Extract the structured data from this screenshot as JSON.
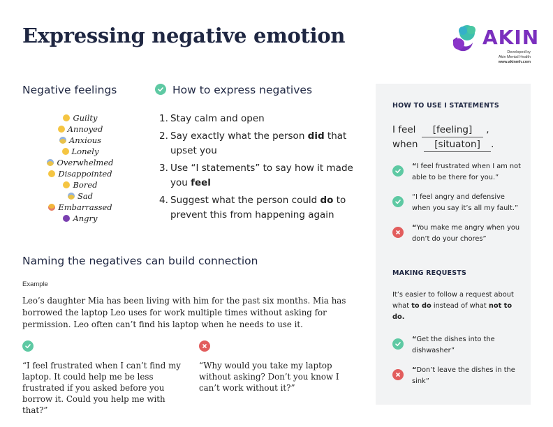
{
  "title": "Expressing negative emotion",
  "logo": {
    "wordmark": "AKIN",
    "developed_by": "Developed by",
    "org": "Akin Mental Health",
    "url": "www.akinmh.com"
  },
  "feelings": {
    "heading": "Negative feelings",
    "items": [
      "Guilty",
      "Annoyed",
      "Anxious",
      "Lonely",
      "Overwhelmed",
      "Disappointed",
      "Bored",
      "Sad",
      "Embarrassed",
      "Angry"
    ]
  },
  "express": {
    "heading": "How to express negatives",
    "steps": [
      {
        "num": "1.",
        "a": "Stay calm and open",
        "b": "",
        "c": ""
      },
      {
        "num": "2.",
        "a": "Say exactly what the person ",
        "b": "did",
        "c": " that upset you"
      },
      {
        "num": "3.",
        "a": "Use “I statements” to say how it made you ",
        "b": "feel",
        "c": ""
      },
      {
        "num": "4.",
        "a": "Suggest what the person could ",
        "b": "do",
        "c": " to prevent this from happening again"
      }
    ]
  },
  "naming": {
    "heading": "Naming the negatives can build connection",
    "example_label": "Example",
    "example_text": "Leo’s daughter Mia has been living with him for the past six months. Mia has borrowed the laptop Leo uses for work multiple times without asking for permission. Leo often can’t find his laptop when he needs to use it.",
    "good_quote": "“I feel frustrated when I can’t find my laptop. It could help me be less frustrated if you asked before you borrow it. Could you help me with that?”",
    "bad_quote": "“Why would you take my laptop without asking? Don’t you know I can’t work without it?”"
  },
  "sidebar": {
    "i_statements_heading": "HOW TO USE I STATEMENTS",
    "i_feel": "I feel",
    "feeling_blank": "[feeling]",
    "comma": ",",
    "when": "when",
    "situation_blank": "[situaton]",
    "period": ".",
    "examples": [
      {
        "open": "“",
        "text": "I feel frustrated when I am not able to be there for you.”",
        "ok": true
      },
      {
        "open": "",
        "text": "“I feel angry and defensive when you say it’s all my fault.”",
        "ok": true
      },
      {
        "open": "“",
        "text": "You make me angry when you don’t do your chores”",
        "ok": false
      }
    ],
    "requests_heading": "MAKING REQUESTS",
    "requests_intro_a": "It’s easier to follow a request about what ",
    "requests_intro_b": "to do",
    "requests_intro_c": " instead of what ",
    "requests_intro_d": "not to do.",
    "requests": [
      {
        "open": "“",
        "text": "Get the dishes into the dishwasher”",
        "ok": true
      },
      {
        "open": "“",
        "text": "Don’t leave the dishes in the sink”",
        "ok": false
      }
    ]
  },
  "colors": {
    "check": "#5ec9a3",
    "cross": "#e25d5d",
    "brand": "#7b2fbe",
    "sidebar_bg": "#f2f3f4"
  }
}
